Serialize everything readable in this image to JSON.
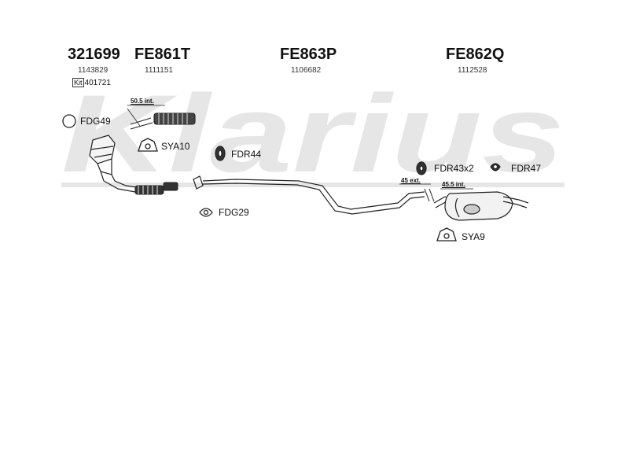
{
  "watermark": "Klarius",
  "groups": [
    {
      "code": "321699",
      "number": "1143829"
    },
    {
      "code": "FE861T",
      "number": "1111151"
    },
    {
      "code": "FE863P",
      "number": "1106682"
    },
    {
      "code": "FE862Q",
      "number": "1112528"
    }
  ],
  "kit": {
    "badge": "Kit",
    "number": "401721"
  },
  "labels": {
    "fdg49": "FDG49",
    "sya10": "SYA10",
    "fdr44": "FDR44",
    "fdg29": "FDG29",
    "fdr43x2": "FDR43x2",
    "fdr47": "FDR47",
    "sya9": "SYA9"
  },
  "dimensions": {
    "d1": "50.5 int.",
    "d2": "45 ext.",
    "d3": "45.5 int."
  },
  "colors": {
    "watermark": "#e6e6e6",
    "line": "#222222",
    "fill_dark": "#333333"
  }
}
